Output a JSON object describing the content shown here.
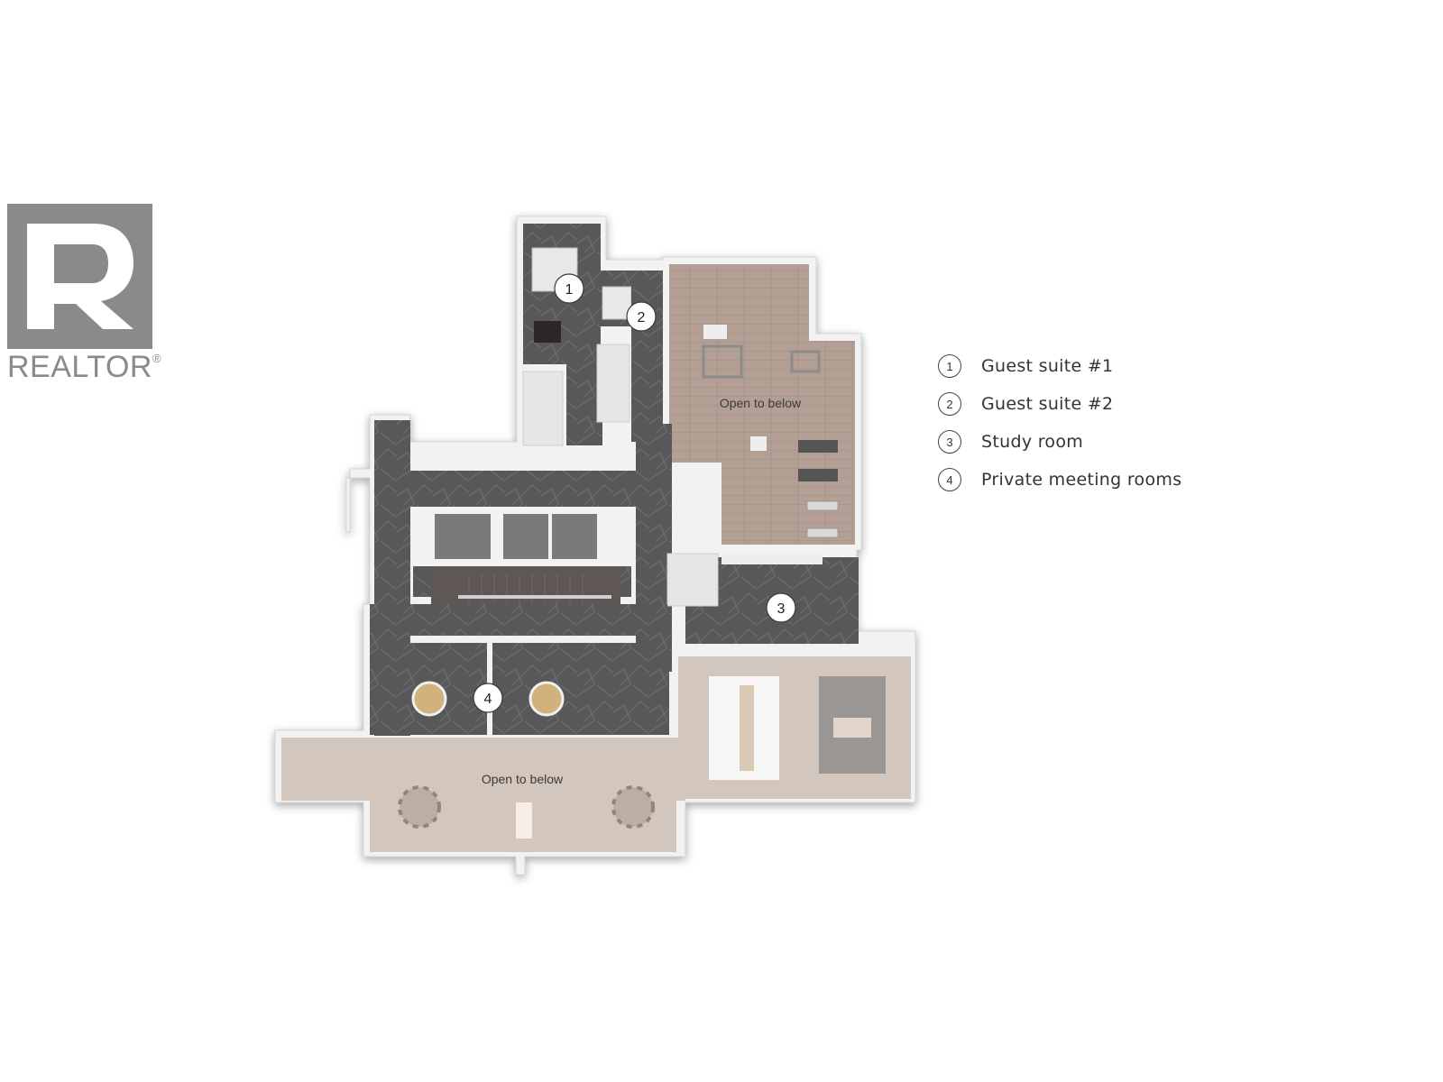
{
  "brand": {
    "name": "REALTOR",
    "registered_mark": "®"
  },
  "plan": {
    "labels": {
      "open_to_below_gym": "Open to below",
      "open_to_below_lobby": "Open to below"
    },
    "markers": [
      "1",
      "2",
      "3",
      "4"
    ]
  },
  "legend": {
    "items": [
      {
        "number": "1",
        "label": "Guest suite #1"
      },
      {
        "number": "2",
        "label": "Guest suite #2"
      },
      {
        "number": "3",
        "label": "Study room"
      },
      {
        "number": "4",
        "label": "Private meeting rooms"
      }
    ]
  },
  "colors": {
    "dark_floor": "#56585a",
    "wood_floor": "#b39f94",
    "terrace": "#d2c6bd",
    "wall": "#f2f2f2",
    "logo_gray": "#8a8a8a"
  }
}
